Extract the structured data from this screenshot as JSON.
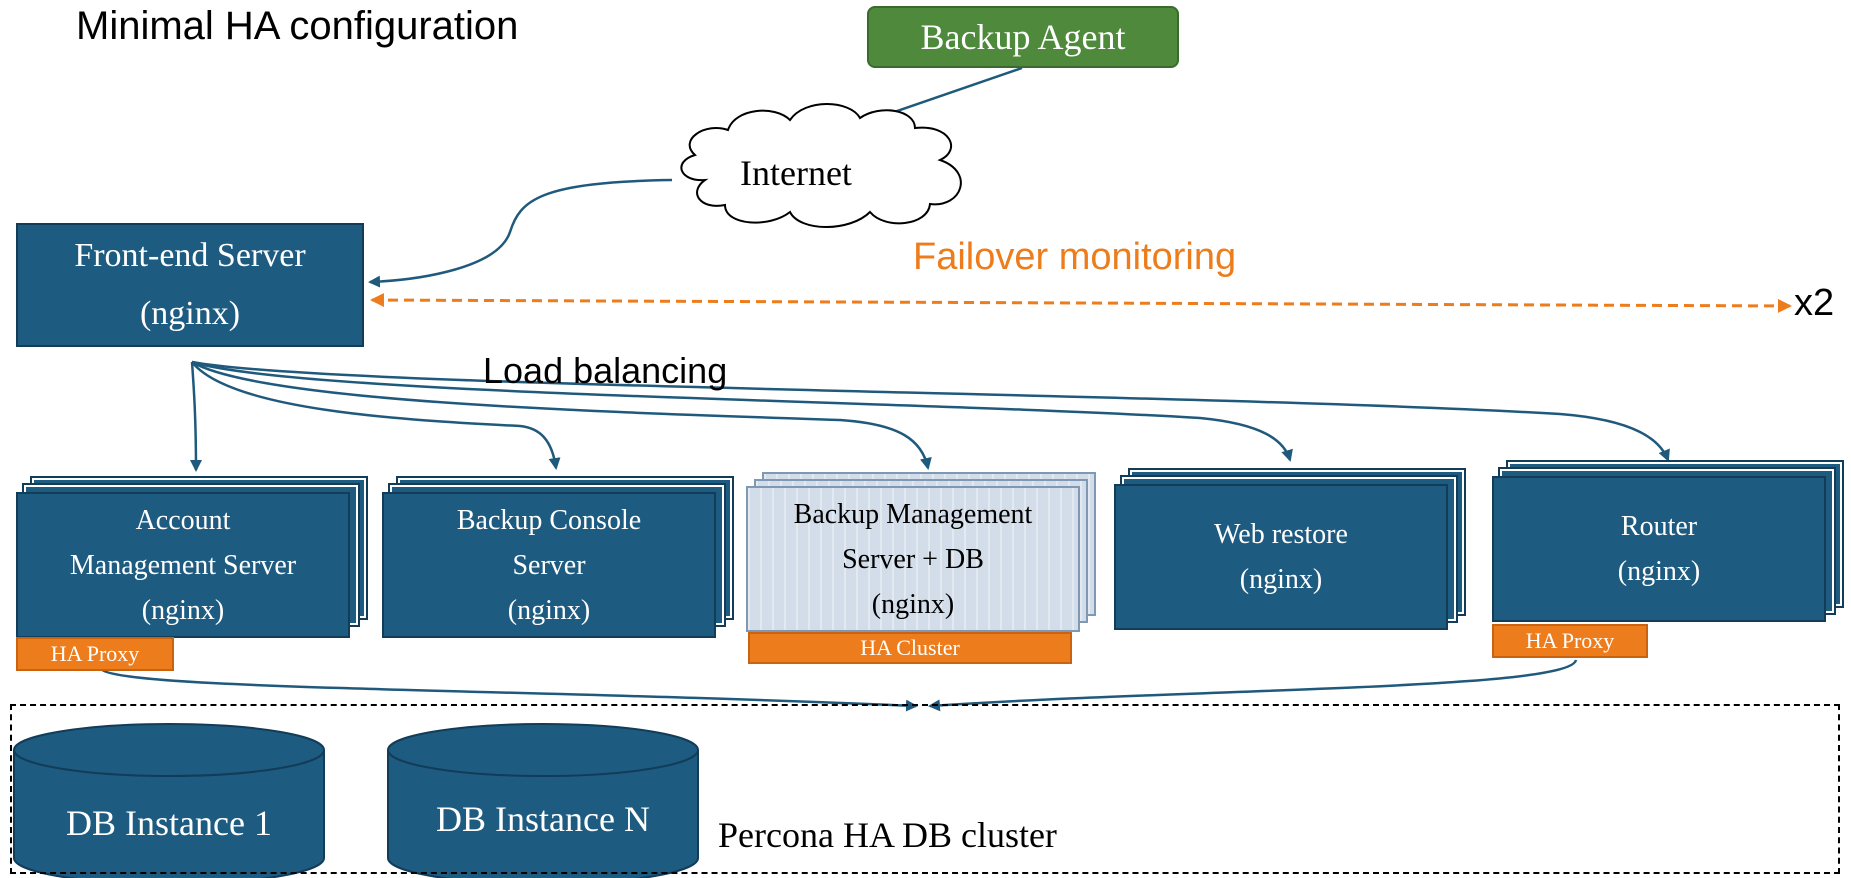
{
  "title": "Minimal HA configuration",
  "backup_agent": "Backup Agent",
  "internet": "Internet",
  "front_end": {
    "line1": "Front-end Server",
    "line2": "(nginx)"
  },
  "failover_label": "Failover monitoring",
  "multiplier": "x2",
  "load_balancing": "Load balancing",
  "servers": {
    "account": {
      "line1": "Account",
      "line2": "Management Server",
      "line3": "(nginx)",
      "tag": "HA Proxy"
    },
    "console": {
      "line1": "Backup Console",
      "line2": "Server",
      "line3": "(nginx)"
    },
    "management": {
      "line1": "Backup Management",
      "line2": "Server + DB",
      "line3": "(nginx)",
      "tag": "HA Cluster"
    },
    "webrestore": {
      "line1": "Web restore",
      "line2": "(nginx)"
    },
    "router": {
      "line1": "Router",
      "line2": "(nginx)",
      "tag": "HA Proxy"
    }
  },
  "db": {
    "instance1": "DB Instance 1",
    "instanceN": "DB Instance N",
    "cluster_label": "Percona HA DB cluster"
  },
  "colors": {
    "server_fill": "#1e5b80",
    "agent_fill": "#4f8a3c",
    "tag_fill": "#ed7d1c",
    "failover": "#ed7d1c",
    "connector": "#1f5a7c"
  }
}
